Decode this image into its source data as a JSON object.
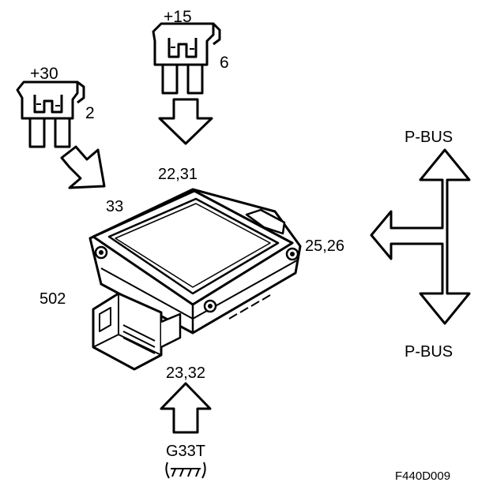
{
  "diagram": {
    "fuse_top": {
      "voltage": "+15",
      "number": "6"
    },
    "fuse_left": {
      "voltage": "+30",
      "number": "2"
    },
    "pins": {
      "top": "22,31",
      "left_top": "33",
      "left": "502",
      "right": "25,26",
      "bottom": "23,32"
    },
    "bus": {
      "top": "P-BUS",
      "bottom": "P-BUS"
    },
    "ground": {
      "label": "G33T"
    },
    "figure_id": "F440D009"
  },
  "colors": {
    "line": "#000000",
    "background": "#ffffff"
  }
}
